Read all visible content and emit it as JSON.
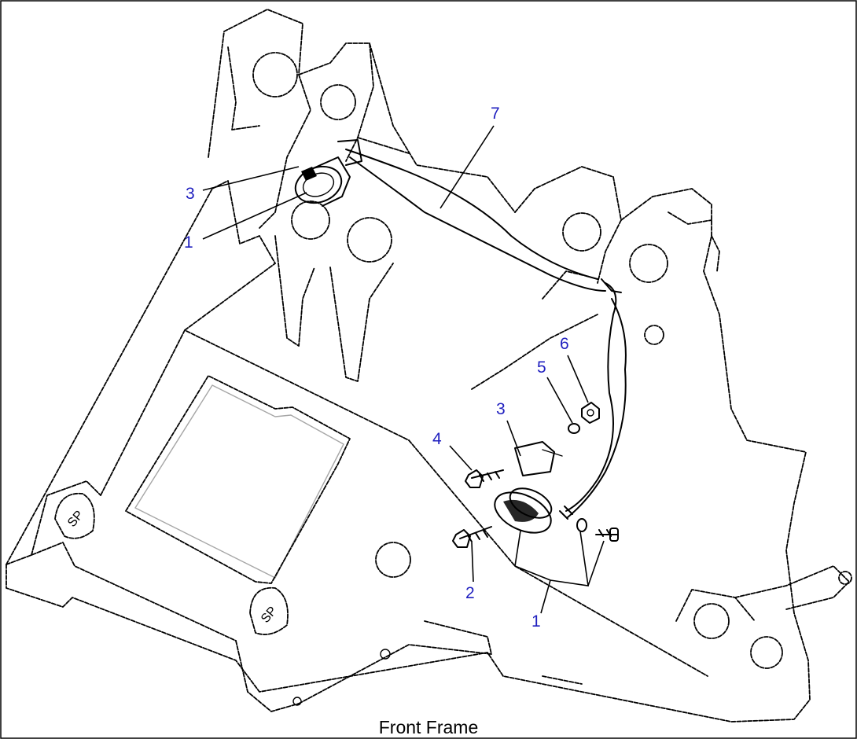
{
  "diagram": {
    "caption": "Front Frame",
    "callout_color": "#1f1fbf",
    "callouts": [
      {
        "id": "callout-7",
        "label": "7"
      },
      {
        "id": "callout-3-upper",
        "label": "3"
      },
      {
        "id": "callout-1-upper",
        "label": "1"
      },
      {
        "id": "callout-6",
        "label": "6"
      },
      {
        "id": "callout-5",
        "label": "5"
      },
      {
        "id": "callout-3-lower",
        "label": "3"
      },
      {
        "id": "callout-4",
        "label": "4"
      },
      {
        "id": "callout-2",
        "label": "2"
      },
      {
        "id": "callout-1-lower",
        "label": "1"
      }
    ]
  }
}
